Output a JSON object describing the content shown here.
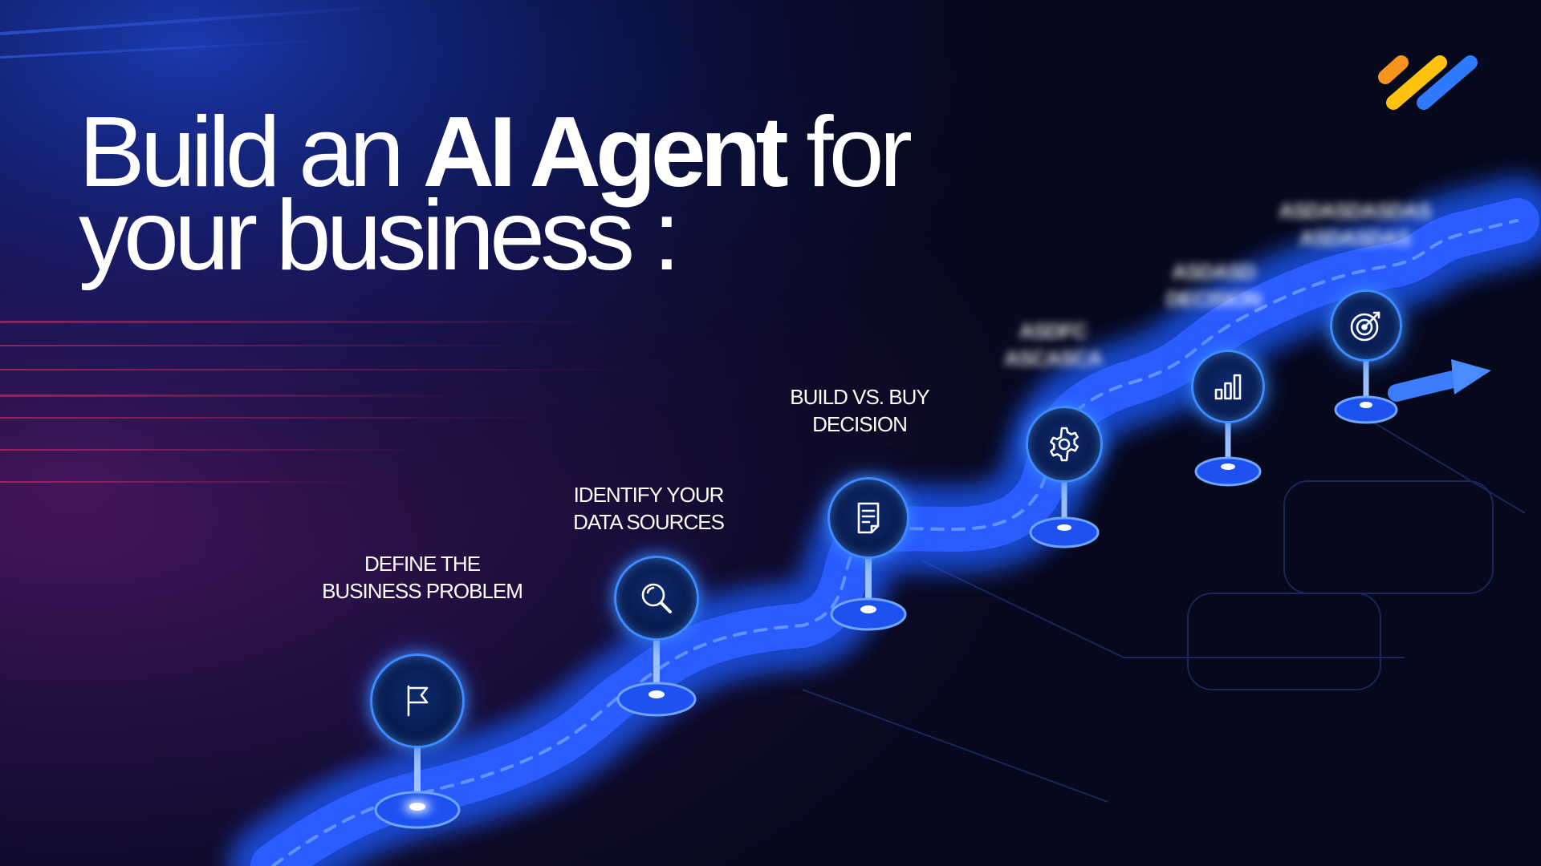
{
  "headline": {
    "line1_regular": "Build an",
    "line1_bold": "AI Agent",
    "line1_end": "for",
    "line2": "your business :"
  },
  "steps": [
    {
      "line1": "DEFINE THE",
      "line2": "BUSINESS PROBLEM",
      "icon": "flag-icon"
    },
    {
      "line1": "IDENTIFY YOUR",
      "line2": "DATA SOURCES",
      "icon": "search-icon"
    },
    {
      "line1": "BUILD VS. BUY",
      "line2": "DECISION",
      "icon": "document-icon"
    },
    {
      "line1": "ASDFC",
      "line2": "ASCASCA",
      "icon": "gear-icon"
    },
    {
      "line1": "ASDASD",
      "line2": "DECISION",
      "icon": "bar-chart-icon"
    },
    {
      "line1": "ASDASDASDAS",
      "line2": "ASDASDAS",
      "icon": "target-icon"
    }
  ],
  "colors": {
    "background": "#06081c",
    "road": "#1f5bff",
    "glow": "#3e8bff",
    "logo_orange": "#f7941d",
    "logo_yellow": "#ffc20e",
    "logo_blue": "#2f7bff"
  }
}
